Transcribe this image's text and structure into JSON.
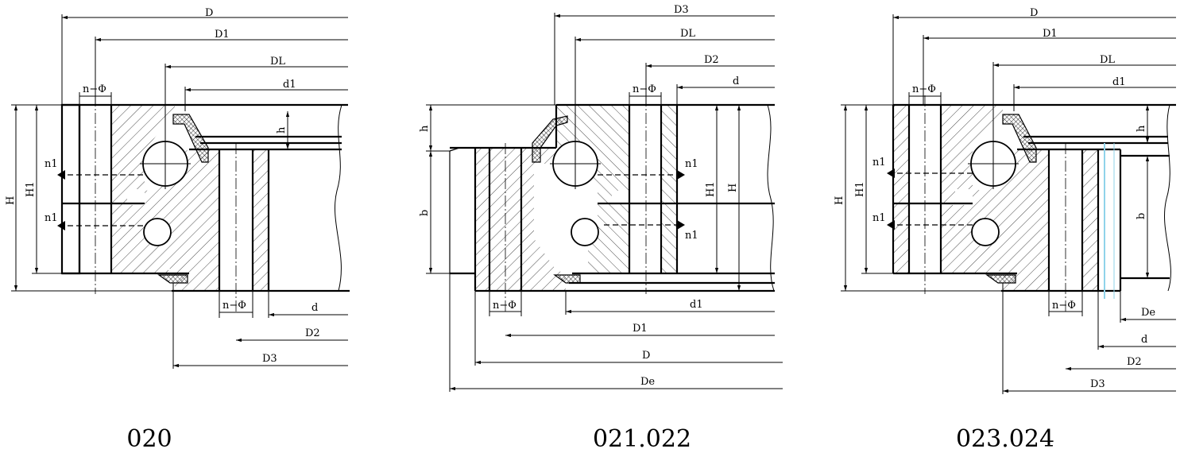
{
  "figures": [
    {
      "caption": "020",
      "dims_top": [
        "D",
        "D1",
        "DL",
        "d1"
      ],
      "dims_bottom": [
        "d",
        "D2",
        "D3"
      ],
      "holes_top": "n−Φ",
      "holes_bottom": "n−Φ",
      "side_dims": [
        "H",
        "H1",
        "h"
      ],
      "markers": [
        "n1",
        "n1"
      ]
    },
    {
      "caption": "021.022",
      "dims_top": [
        "D3",
        "DL",
        "D2",
        "d"
      ],
      "dims_bottom": [
        "d1",
        "D1",
        "D",
        "De"
      ],
      "holes_top": "n−Φ",
      "holes_bottom": "n−Φ",
      "side_dims": [
        "h",
        "b",
        "H1",
        "H"
      ],
      "markers": [
        "n1",
        "n1"
      ]
    },
    {
      "caption": "023.024",
      "dims_top": [
        "D",
        "D1",
        "DL",
        "d1"
      ],
      "dims_bottom": [
        "De",
        "d",
        "D2",
        "D3"
      ],
      "holes_top": "n−Φ",
      "holes_bottom": "n−Φ",
      "side_dims": [
        "H",
        "H1",
        "h",
        "b"
      ],
      "markers": [
        "n1",
        "n1"
      ]
    }
  ],
  "colors": {
    "line": "#000000",
    "accent_line": "#8fd3ea",
    "background": "#ffffff"
  }
}
